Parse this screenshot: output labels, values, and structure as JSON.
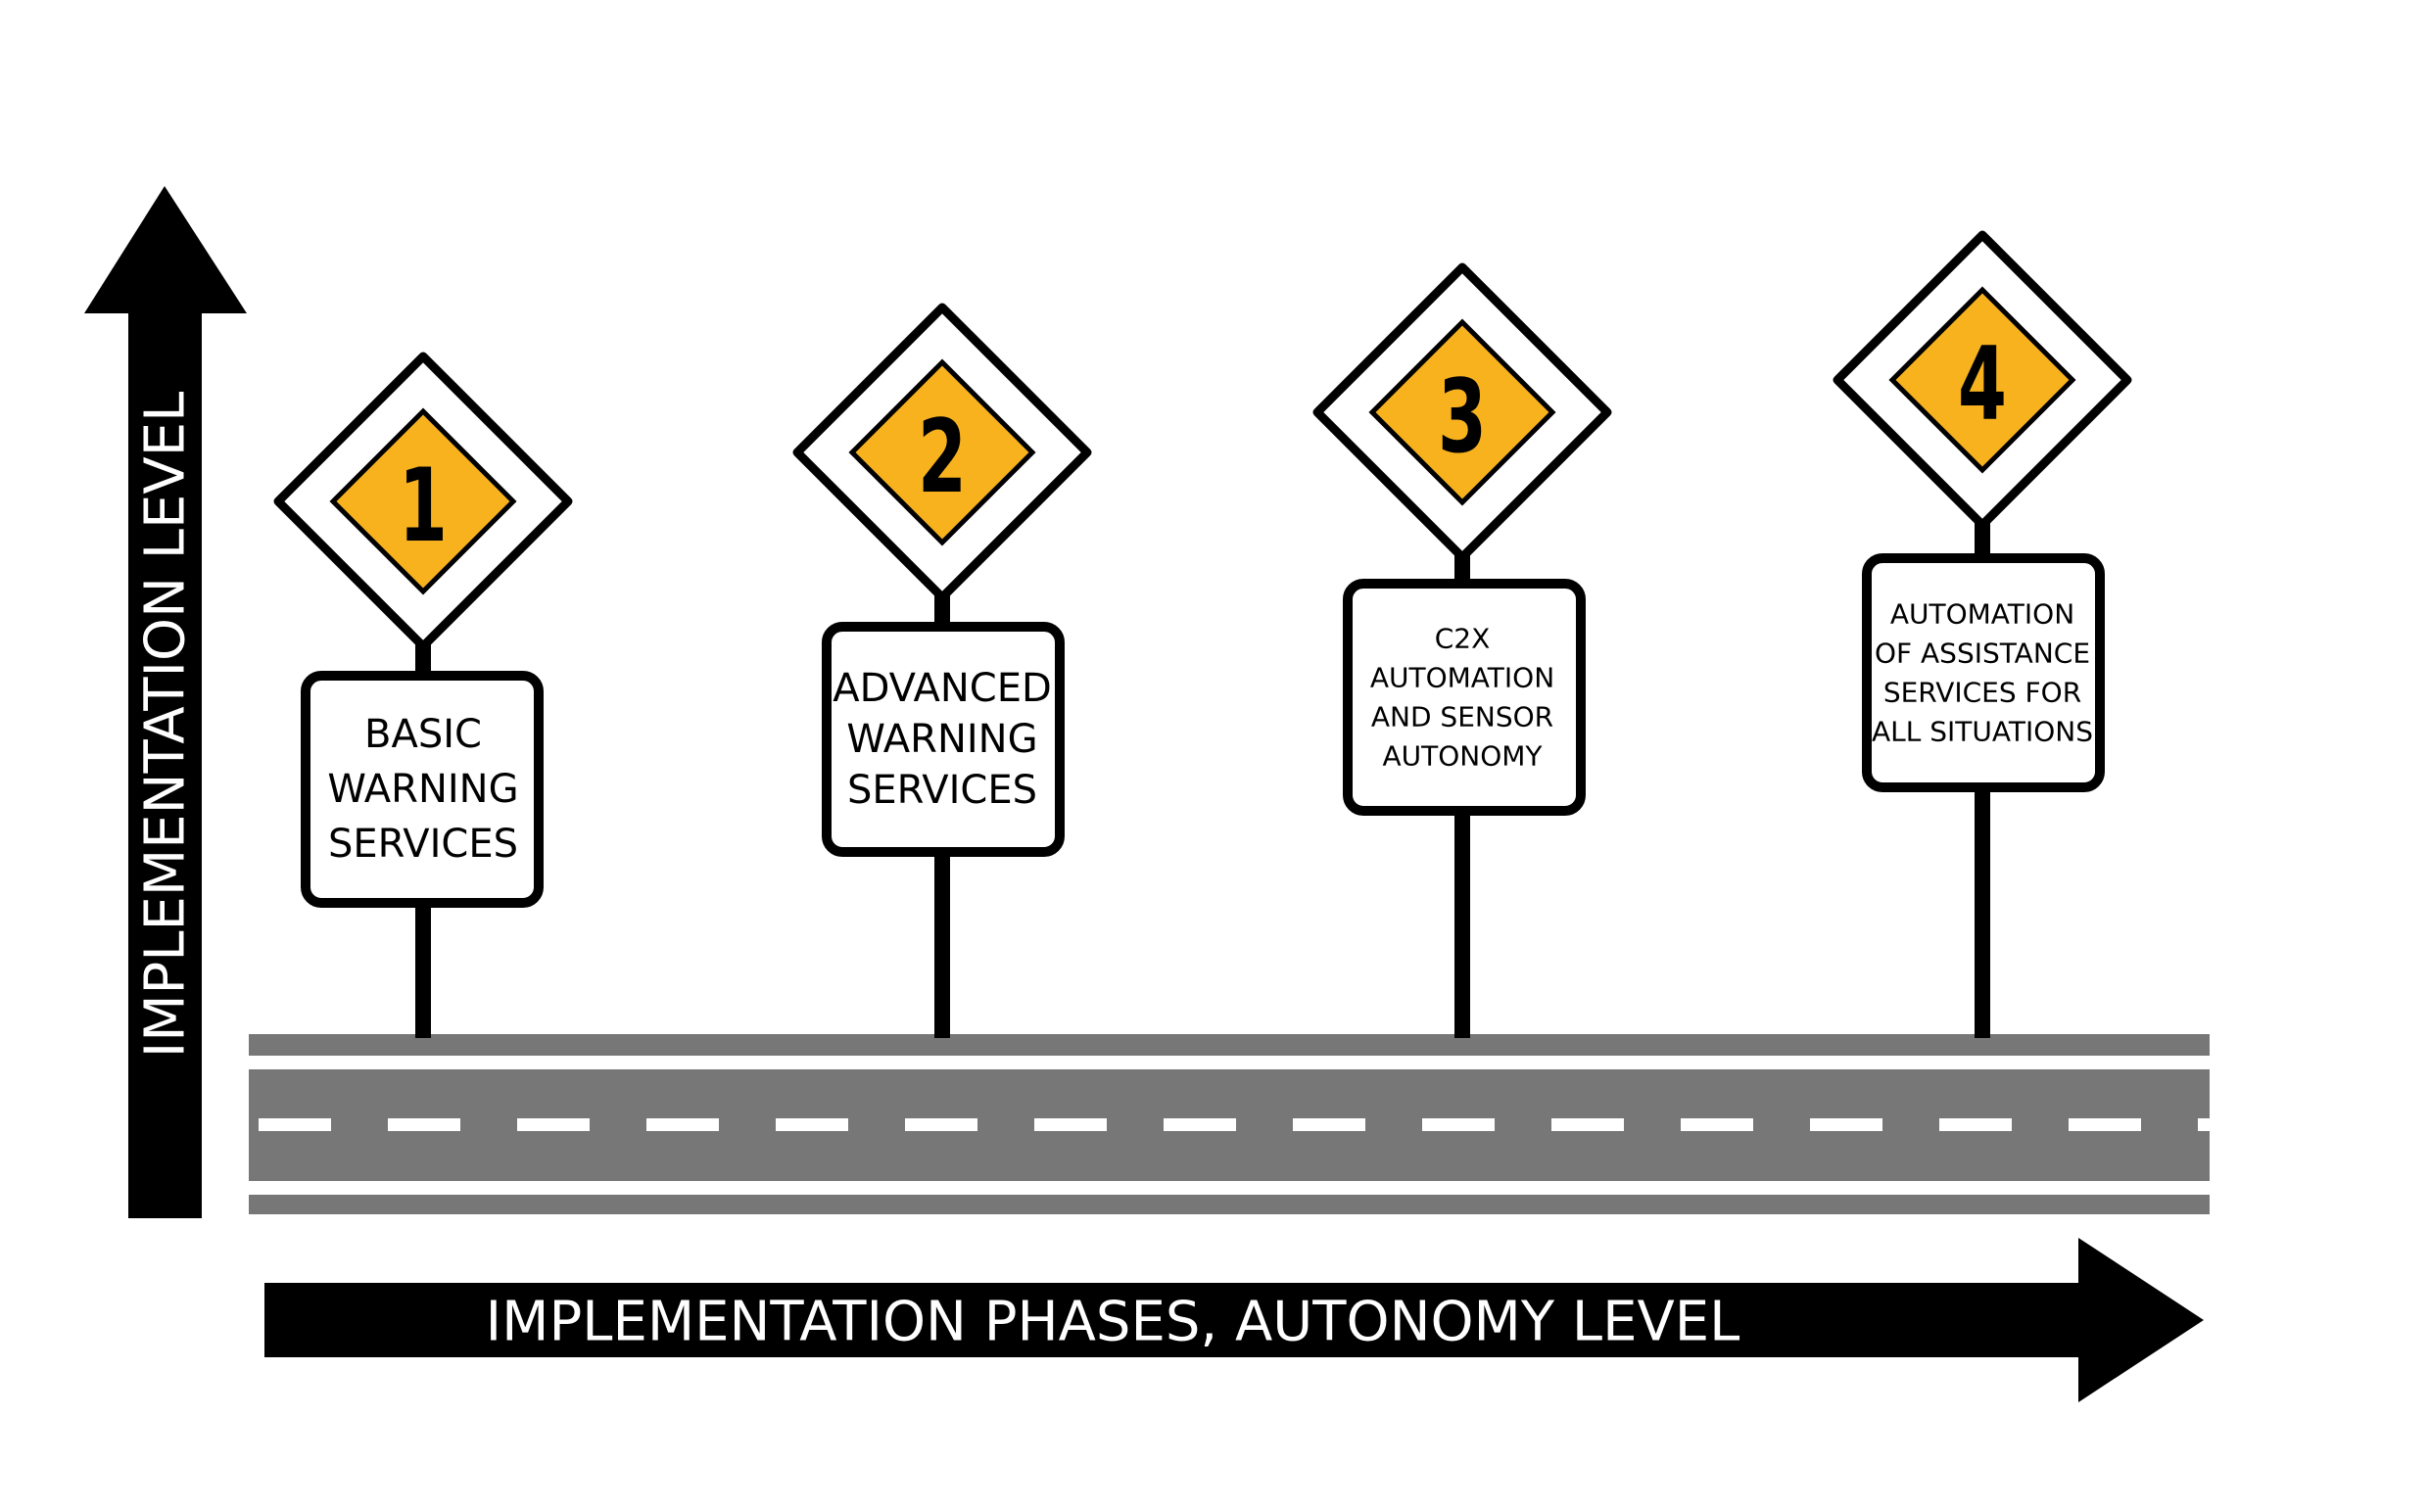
{
  "y_axis": {
    "label": "IMPLEMENTATION LEVEL"
  },
  "x_axis": {
    "label": "IMPLEMENTATION PHASES, AUTONOMY LEVEL"
  },
  "colors": {
    "sign_fill": "#f7b21e",
    "road": "#777777",
    "ink": "#000000",
    "paper": "#ffffff"
  },
  "phases": [
    {
      "number": "1",
      "lines": [
        "BASIC",
        "WARNING",
        "SERVICES"
      ]
    },
    {
      "number": "2",
      "lines": [
        "ADVANCED",
        "WARNING",
        "SERVICES"
      ]
    },
    {
      "number": "3",
      "lines": [
        "C2X",
        "AUTOMATION",
        "AND SENSOR",
        "AUTONOMY"
      ]
    },
    {
      "number": "4",
      "lines": [
        "AUTOMATION",
        "OF ASSISTANCE",
        "SERVICES FOR",
        "ALL SITUATIONS"
      ]
    }
  ]
}
